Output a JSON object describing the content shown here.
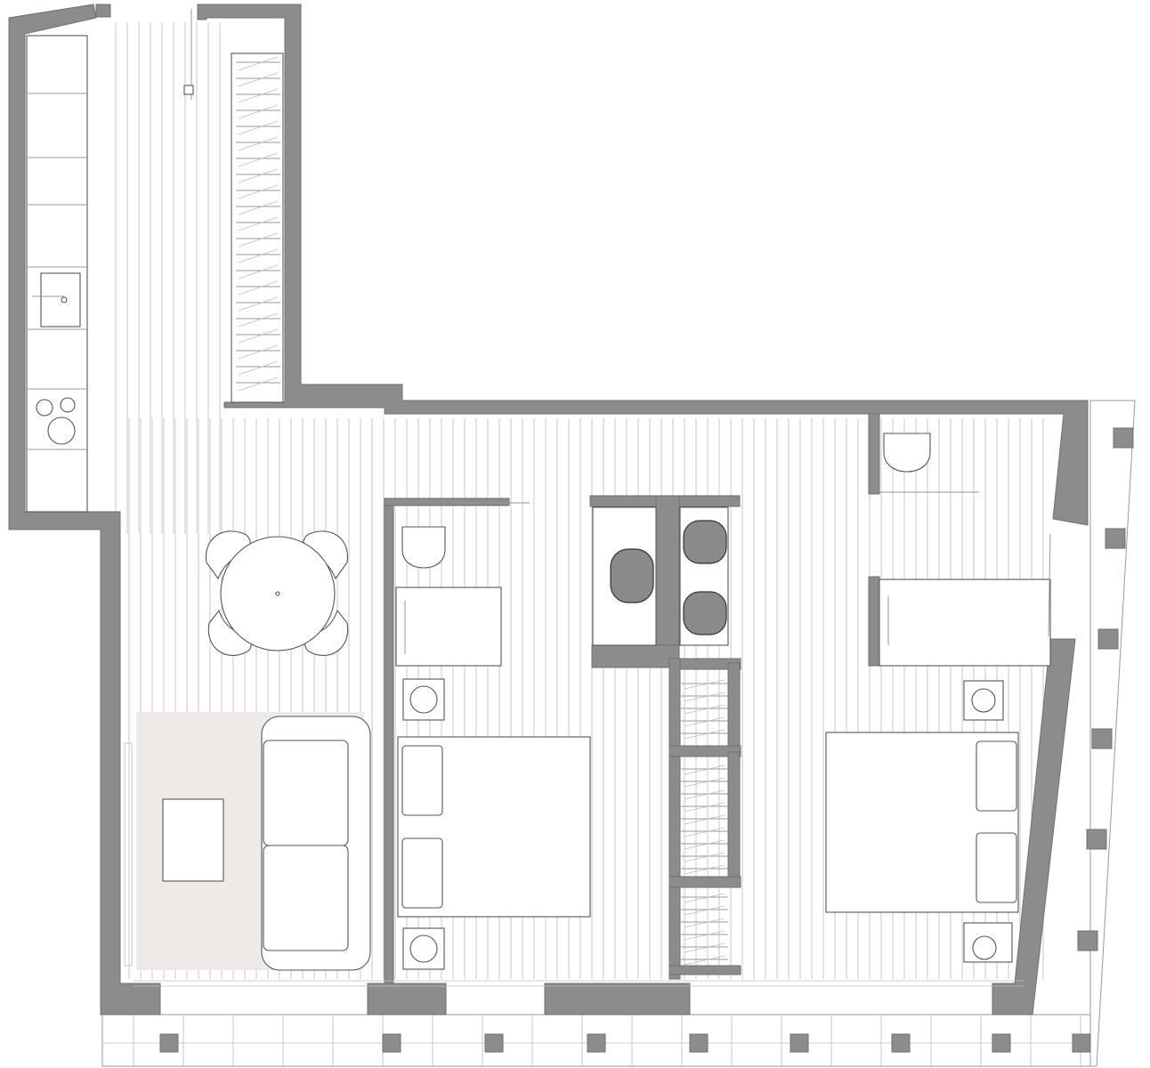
{
  "plan": {
    "kind": "apartment floor plan",
    "wall_color": "#8c8c8c",
    "floor_line_color": "#bdbdbd",
    "rug_color": "#efeae7",
    "furniture": [
      "kitchen-counter",
      "sink",
      "cooktop",
      "wardrobe",
      "dining-table",
      "chairs",
      "sofa",
      "coffee-table",
      "rug",
      "bed",
      "bed",
      "nightstands",
      "toilet",
      "toilet",
      "shower",
      "shower",
      "double-vanity",
      "closet",
      "balcony"
    ]
  }
}
